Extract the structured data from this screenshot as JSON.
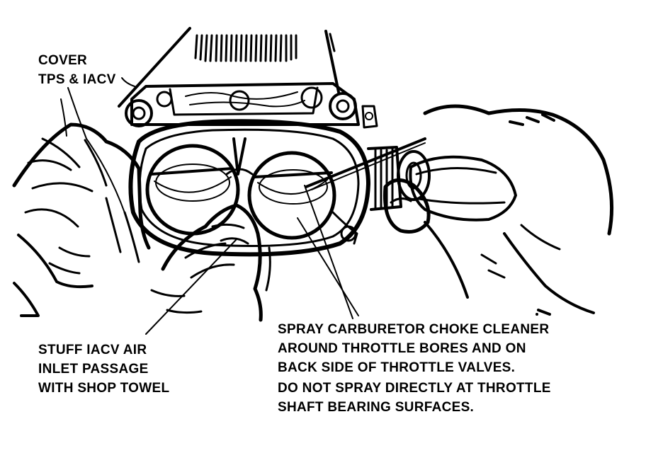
{
  "labels": {
    "cover": [
      "COVER",
      "TPS & IACV"
    ],
    "stuff": [
      "STUFF IACV AIR",
      "INLET PASSAGE",
      "WITH SHOP TOWEL"
    ],
    "spray": [
      "SPRAY CARBURETOR CHOKE CLEANER",
      "AROUND THROTTLE BORES AND ON",
      "BACK SIDE OF THROTTLE VALVES."
    ],
    "warning": [
      "DO NOT SPRAY DIRECTLY AT THROTTLE",
      "SHAFT BEARING SURFACES."
    ]
  },
  "colors": {
    "ink": "#000000",
    "paper": "#ffffff"
  }
}
